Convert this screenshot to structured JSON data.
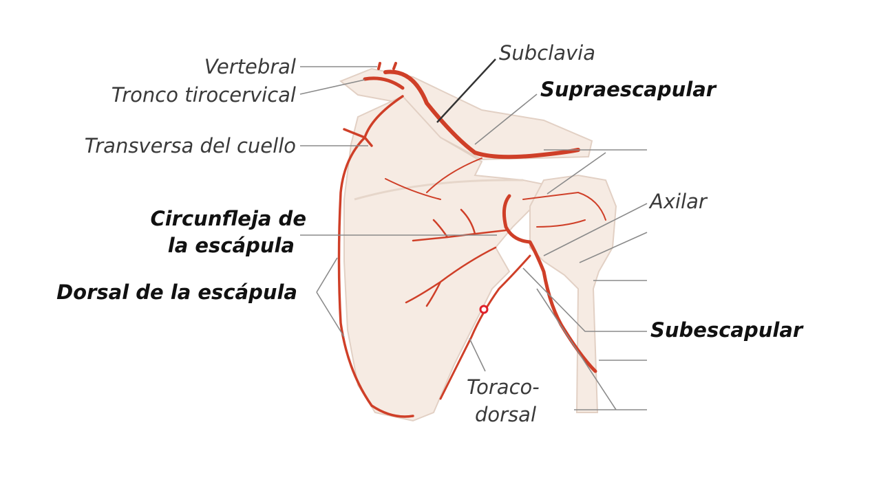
{
  "labels": {
    "vertebral": "Vertebral",
    "tronco_tirocervical": "Tronco tirocervical",
    "transversa_del_cuello": "Transversa del cuello",
    "subclavia": "Subclavia",
    "supraescapular": "Supraescapular",
    "axilar": "Axilar",
    "circunfleja_line1": "Circunfleja de",
    "circunfleja_line2": "la escápula",
    "dorsal_escapula": "Dorsal de la escápula",
    "subescapular": "Subescapular",
    "toraco_line1": "Toraco-",
    "toraco_line2": "dorsal"
  },
  "colors": {
    "artery": "#cf3f28",
    "bone": "#f6ebe3",
    "leader": "#8a8a8a",
    "marker": "#e0202a"
  }
}
